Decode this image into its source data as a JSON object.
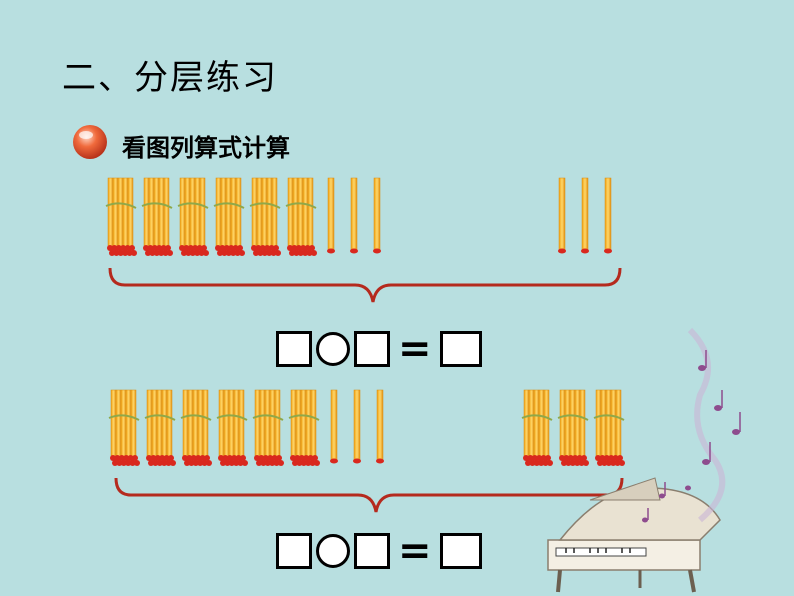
{
  "title": "二、分层练习",
  "section": {
    "label": "看图列算式计算"
  },
  "equation": {
    "equals": "="
  },
  "rows": [
    {
      "bundles": 6,
      "singles": 3,
      "right_bundles": 0,
      "right_singles": 3
    },
    {
      "bundles": 6,
      "singles": 3,
      "right_bundles": 3,
      "right_singles": 0
    }
  ],
  "colors": {
    "background": "#b8dfe0",
    "stick": "#f5b82e",
    "stick_end": "#d9281e",
    "brace": "#b52a1e"
  },
  "icons": [
    "ball-bullet-icon",
    "piano-icon",
    "music-note-icon"
  ]
}
